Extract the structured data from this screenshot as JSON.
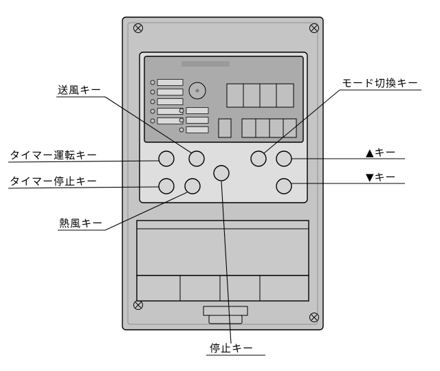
{
  "diagram": {
    "labels": {
      "fan": "送風キー",
      "mode": "モード切換キー",
      "timer_run": "タイマー運転キー",
      "up": "▲キー",
      "timer_stop": "タイマー停止キー",
      "down": "▼キー",
      "hot_air": "熱風キー",
      "stop": "停止キー"
    },
    "colors": {
      "background": "#ffffff",
      "body": "#c5c5c5",
      "panel": "#dedede",
      "display": "#ababab",
      "button": "#d6d6d6"
    }
  }
}
